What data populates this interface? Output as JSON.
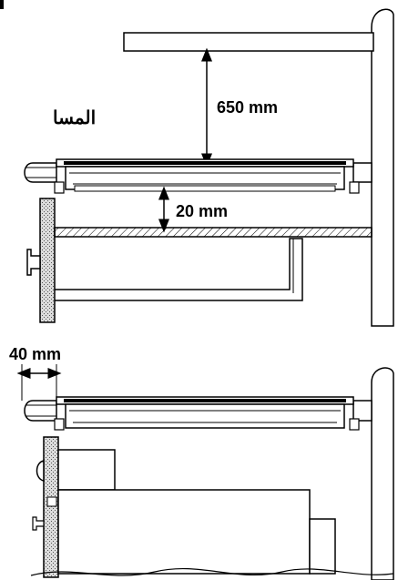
{
  "labels": {
    "heading_fragment": "المسا",
    "clearance_above": "650 mm",
    "clearance_below": "20 mm",
    "side_distance": "40 mm"
  }
}
